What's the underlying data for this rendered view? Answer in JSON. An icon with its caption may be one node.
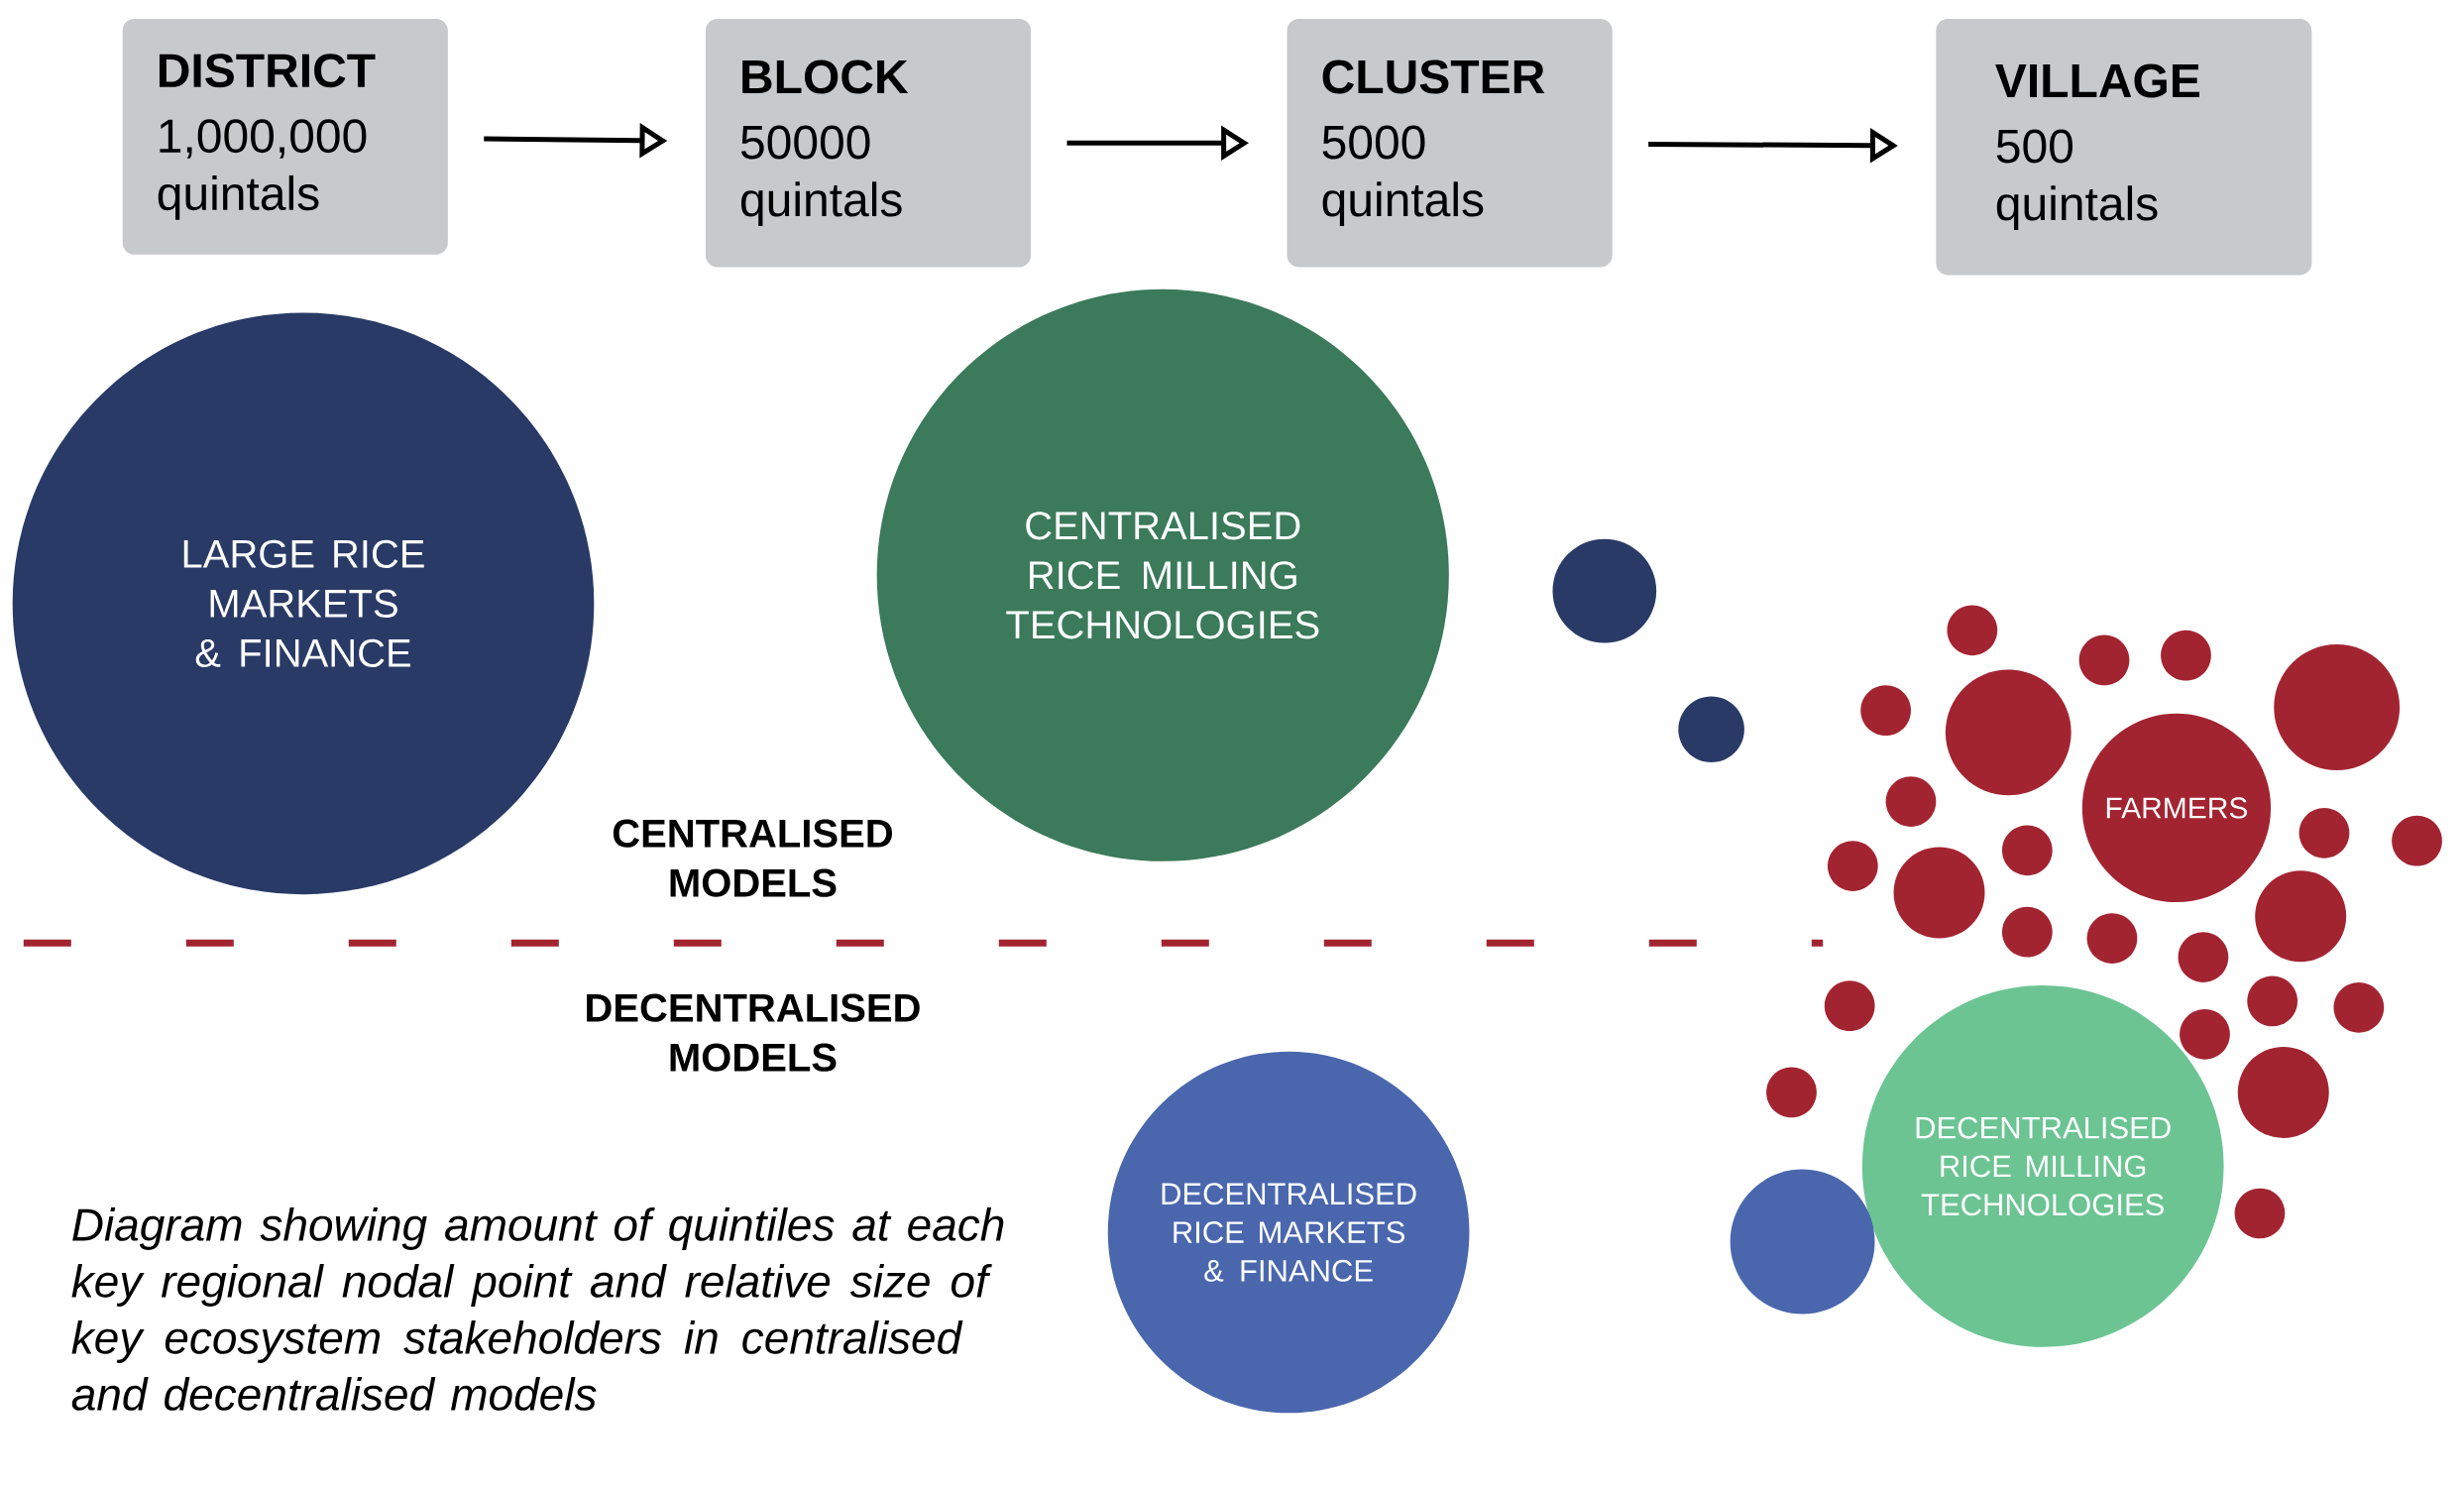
{
  "diagram": {
    "caption": "Diagram showing amount of quintiles at each key regional nodal point and relative size of key ecosystem stakeholders in centralised and decentralised models",
    "nodes": [
      {
        "text": [
          "DISTRICT",
          "1,000,000 quintals"
        ]
      },
      {
        "text": [
          "BLOCK",
          "50000 quintals"
        ]
      },
      {
        "text": [
          "CLUSTER",
          "5000 quintals"
        ]
      },
      {
        "text": [
          "VILLAGE",
          "500 quintals"
        ]
      },
      {
        "text": [
          "LARGE RICE MARKETS & FINANCE"
        ]
      },
      {
        "text": [
          "CENTRALISED RICE MILLING TECHNOLOGIES"
        ]
      },
      {
        "text": [],
        "shape": "circle"
      },
      {
        "text": [],
        "shape": "circle"
      },
      {
        "text": [],
        "shape": "circle"
      },
      {
        "text": [],
        "shape": "circle"
      },
      {
        "text": [],
        "shape": "circle"
      },
      {
        "text": [],
        "shape": "circle"
      },
      {
        "text": [],
        "shape": "circle"
      },
      {
        "text": [],
        "shape": "circle"
      },
      {
        "text": [
          "FARMERS"
        ]
      },
      {
        "text": [],
        "shape": "circle"
      },
      {
        "text": [],
        "shape": "circle"
      },
      {
        "text": [],
        "shape": "circle"
      },
      {
        "text": [],
        "shape": "circle"
      },
      {
        "text": [],
        "shape": "circle"
      },
      {
        "text": [],
        "shape": "circle"
      },
      {
        "text": [],
        "shape": "circle"
      },
      {
        "text": [],
        "shape": "circle"
      },
      {
        "text": [],
        "shape": "circle"
      },
      {
        "text": [],
        "shape": "circle"
      },
      {
        "text": [],
        "shape": "circle"
      },
      {
        "text": [],
        "shape": "circle"
      },
      {
        "text": [],
        "shape": "circle"
      },
      {
        "text": [],
        "shape": "circle"
      },
      {
        "text": [],
        "shape": "circle"
      },
      {
        "text": [],
        "shape": "circle"
      },
      {
        "text": [],
        "shape": "circle"
      },
      {
        "text": [
          "DECENTRALISED RICE MARKETS & FINANCE"
        ]
      },
      {
        "text": [],
        "shape": "circle"
      },
      {
        "text": [
          "DECENTRALISED RICE MILLING TECHNOLOGIES"
        ]
      }
    ],
    "edges": [
      {
        "from": 0,
        "to": 1,
        "arrow": "to"
      },
      {
        "from": 1,
        "to": 2,
        "arrow": "to"
      },
      {
        "from": 2,
        "to": 3,
        "arrow": "to"
      }
    ],
    "labels": [
      "CENTRALISED MODELS",
      "DECENTRALISED MODELS"
    ]
  }
}
